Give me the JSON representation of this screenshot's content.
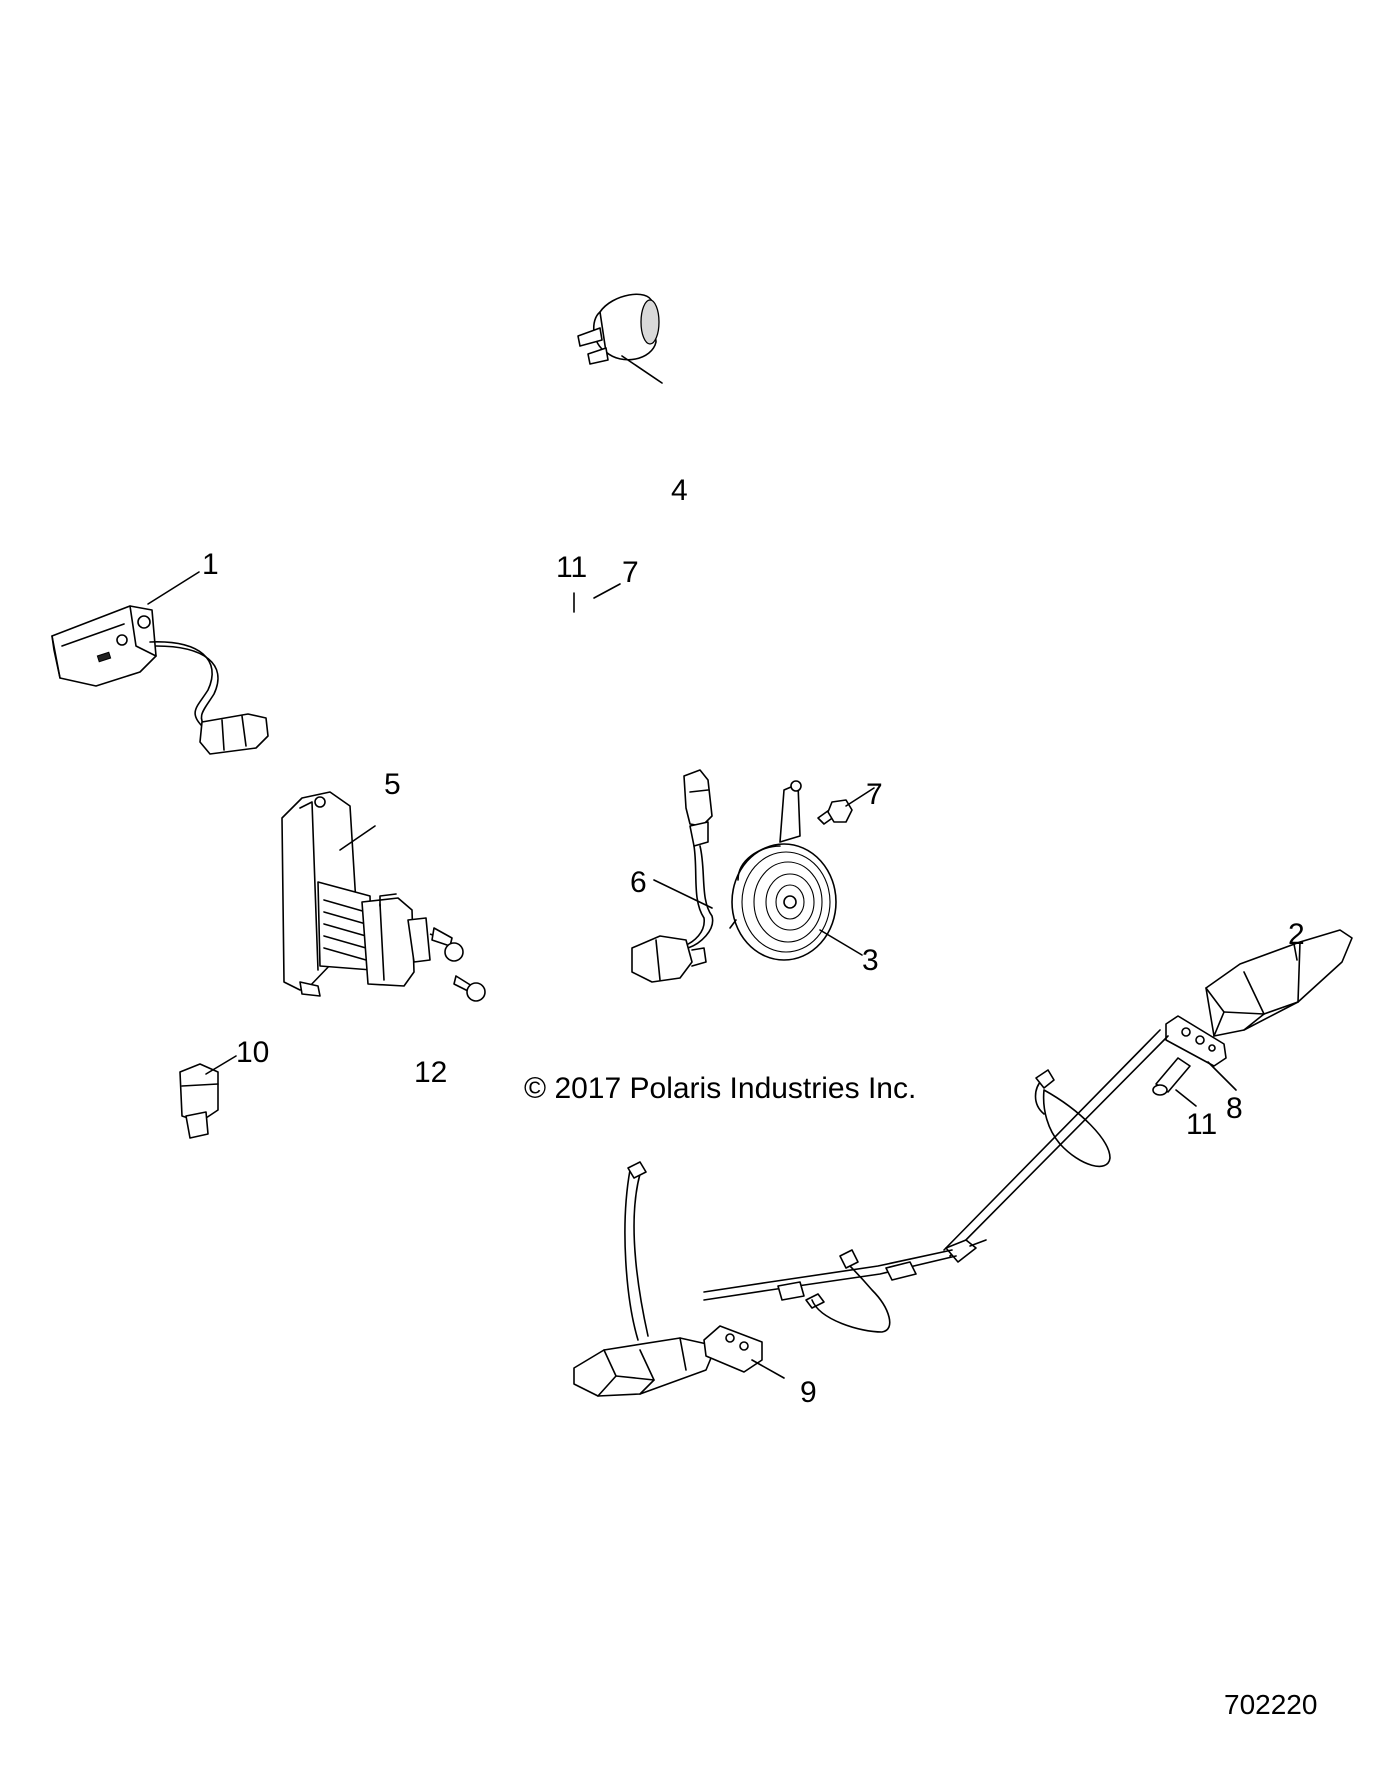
{
  "diagram": {
    "copyright": "© 2017 Polaris Industries Inc.",
    "figure_number": "702220",
    "callouts": {
      "c1": "1",
      "c2": "2",
      "c3": "3",
      "c4": "4",
      "c5": "5",
      "c6": "6",
      "c7a": "7",
      "c7b": "7",
      "c8": "8",
      "c9": "9",
      "c10": "10",
      "c11a": "11",
      "c11b": "11",
      "c12": "12"
    }
  }
}
